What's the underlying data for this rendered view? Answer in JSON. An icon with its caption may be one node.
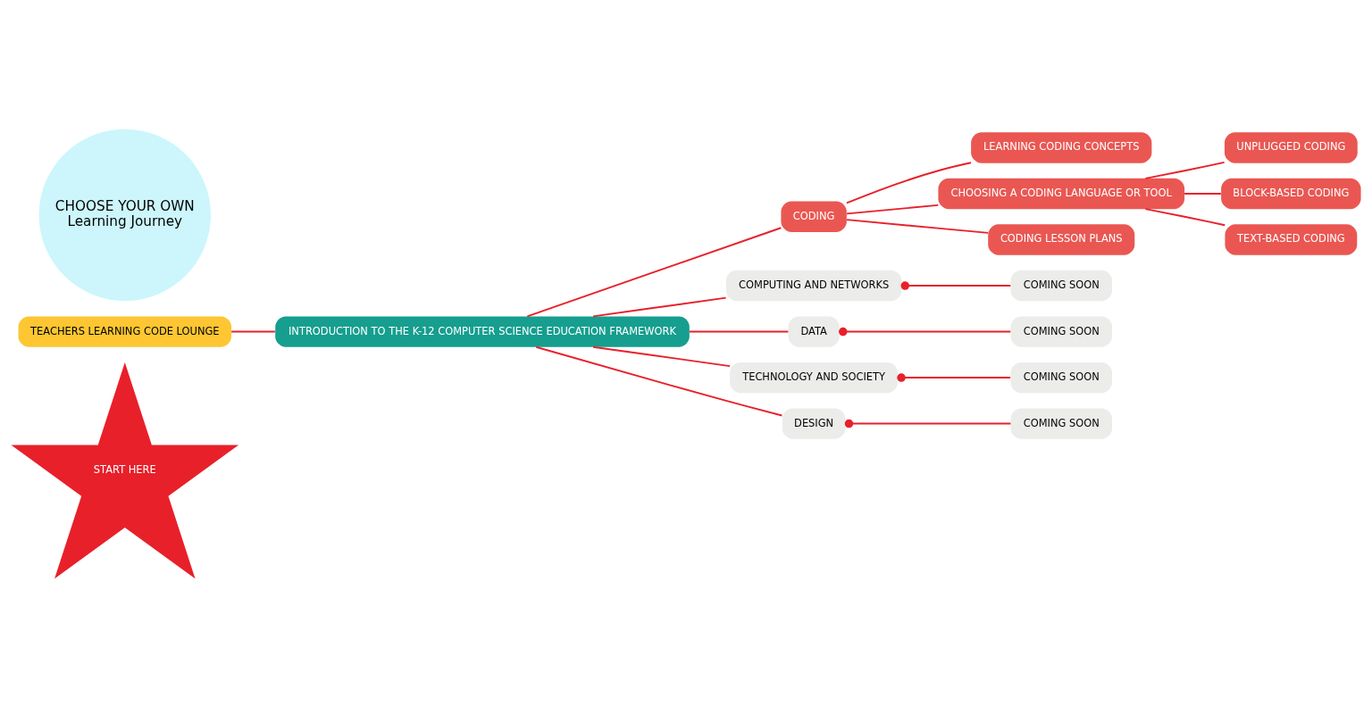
{
  "diagram": {
    "nodes": [
      {
        "text": [
          "START HERE"
        ]
      },
      {
        "text": [
          "TEACHERS LEARNING CODE LOUNGE"
        ]
      },
      {
        "text": [
          "INTRODUCTION TO THE K-12 COMPUTER SCIENCE EDUCATION FRAMEWORK"
        ]
      },
      {
        "text": [
          "CODING"
        ]
      },
      {
        "text": [
          "COMPUTING AND NETWORKS"
        ]
      },
      {
        "text": [
          "DATA"
        ]
      },
      {
        "text": [
          "TECHNOLOGY AND SOCIETY"
        ]
      },
      {
        "text": [
          "DESIGN"
        ]
      },
      {
        "text": [
          "LEARNING CODING CONCEPTS"
        ]
      },
      {
        "text": [
          "CHOOSING A CODING LANGUAGE OR TOOL"
        ]
      },
      {
        "text": [
          "CODING LESSON PLANS"
        ]
      },
      {
        "text": [
          "UNPLUGGED CODING"
        ]
      },
      {
        "text": [
          "BLOCK-BASED CODING"
        ]
      },
      {
        "text": [
          "TEXT-BASED CODING"
        ]
      },
      {
        "text": [
          "COMING SOON"
        ]
      },
      {
        "text": [
          "COMING SOON"
        ]
      },
      {
        "text": [
          "COMING SOON"
        ]
      },
      {
        "text": [
          "COMING SOON"
        ]
      },
      {
        "text": [
          "CHOOSE YOUR OWN",
          "Learning Journey"
        ]
      }
    ],
    "edges": [
      {
        "from": 1,
        "to": 2,
        "arrow": "none"
      },
      {
        "from": 2,
        "to": 3,
        "arrow": "none"
      },
      {
        "from": 2,
        "to": 4,
        "arrow": "none"
      },
      {
        "from": 2,
        "to": 5,
        "arrow": "none"
      },
      {
        "from": 2,
        "to": 6,
        "arrow": "none"
      },
      {
        "from": 2,
        "to": 7,
        "arrow": "none"
      },
      {
        "from": 3,
        "to": 8,
        "arrow": "none"
      },
      {
        "from": 3,
        "to": 9,
        "arrow": "none"
      },
      {
        "from": 3,
        "to": 10,
        "arrow": "none"
      },
      {
        "from": 9,
        "to": 11,
        "arrow": "none"
      },
      {
        "from": 9,
        "to": 12,
        "arrow": "none"
      },
      {
        "from": 9,
        "to": 13,
        "arrow": "none"
      },
      {
        "from": 4,
        "to": 14,
        "arrow": "other"
      },
      {
        "from": 5,
        "to": 15,
        "arrow": "other"
      },
      {
        "from": 6,
        "to": 16,
        "arrow": "other"
      },
      {
        "from": 7,
        "to": 17,
        "arrow": "other"
      }
    ]
  }
}
